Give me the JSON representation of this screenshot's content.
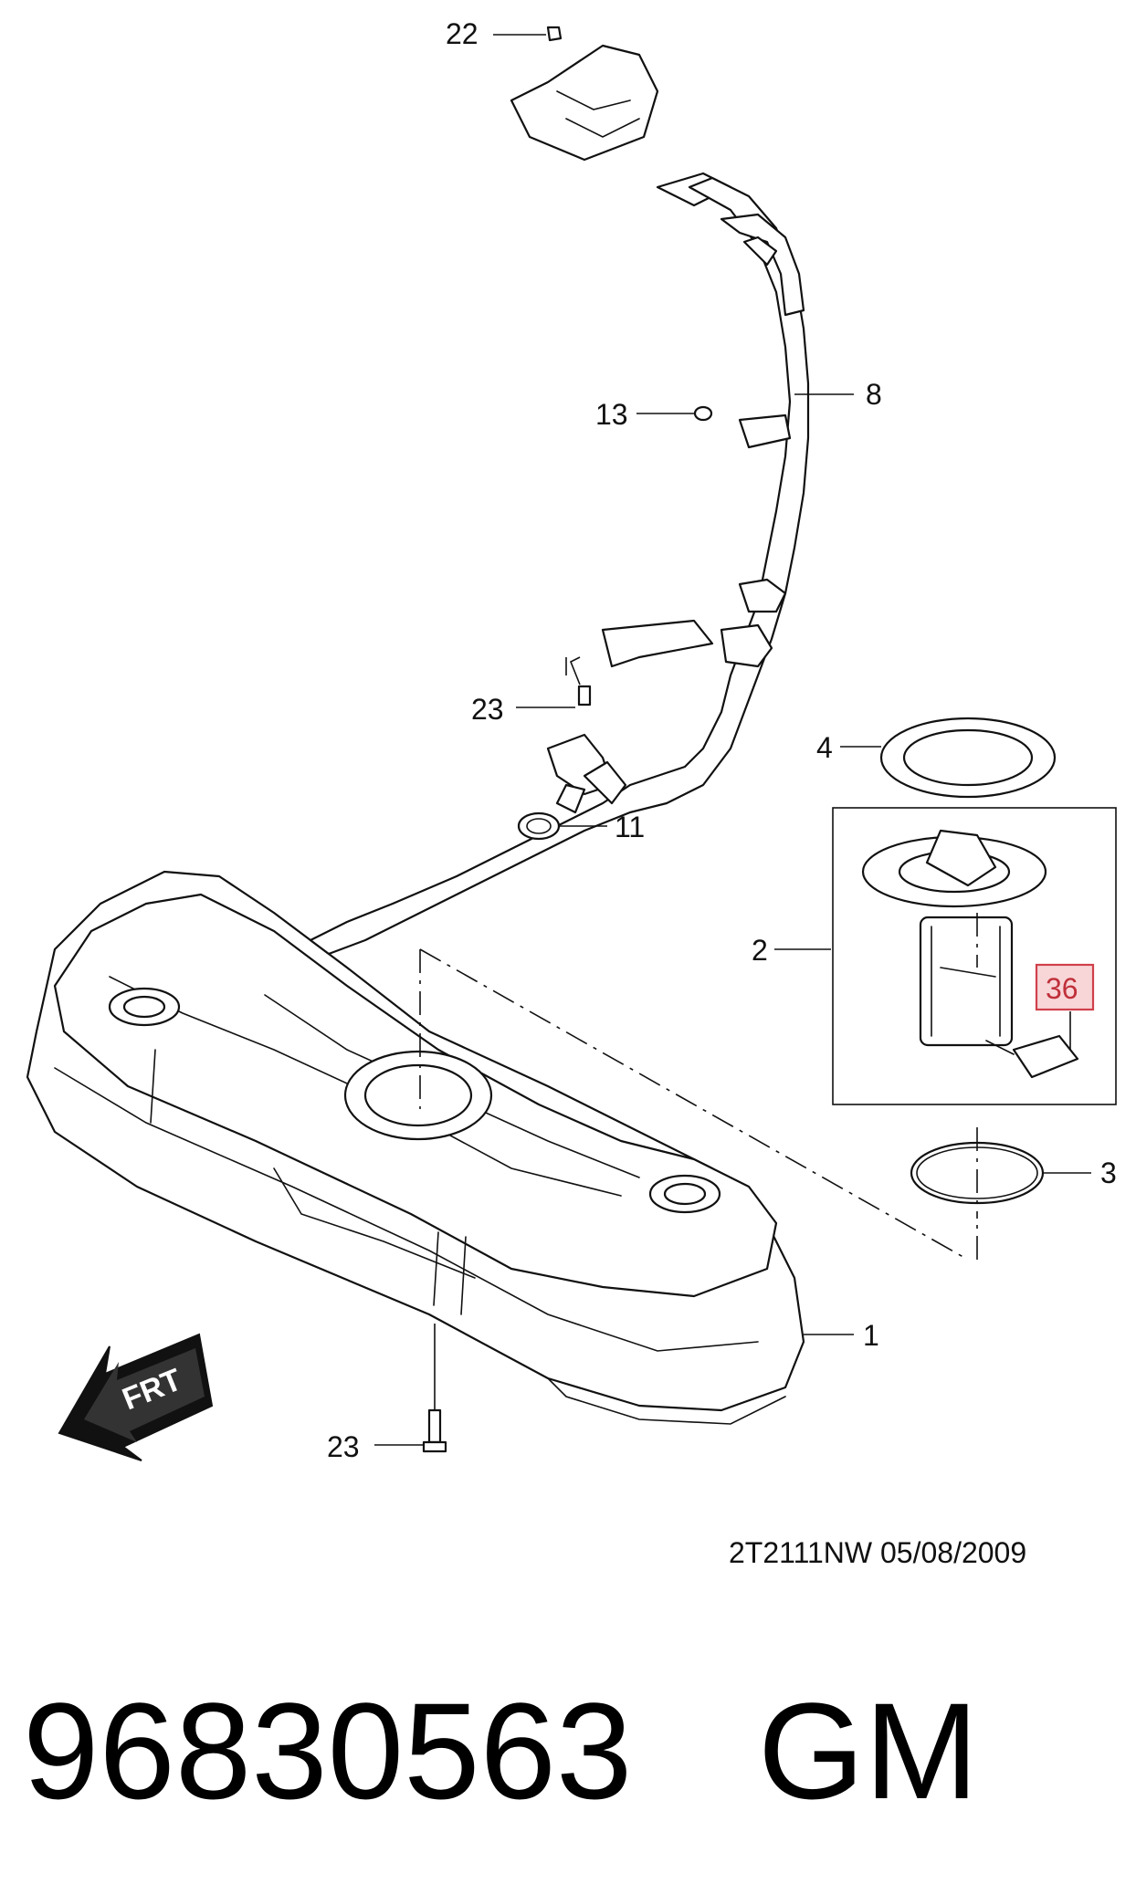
{
  "callouts": {
    "c22": "22",
    "c8": "8",
    "c13": "13",
    "c23a": "23",
    "c4": "4",
    "c11": "11",
    "c2": "2",
    "c36": "36",
    "c3": "3",
    "c1": "1",
    "c23b": "23"
  },
  "direction_arrow": {
    "label": "FRT"
  },
  "drawing_ref": "2T2111NW  05/08/2009",
  "part_number": "96830563",
  "brand": "GM",
  "colors": {
    "highlight_box": "#d0404a",
    "highlight_fill": "#f8d6d8",
    "line": "#111111"
  }
}
